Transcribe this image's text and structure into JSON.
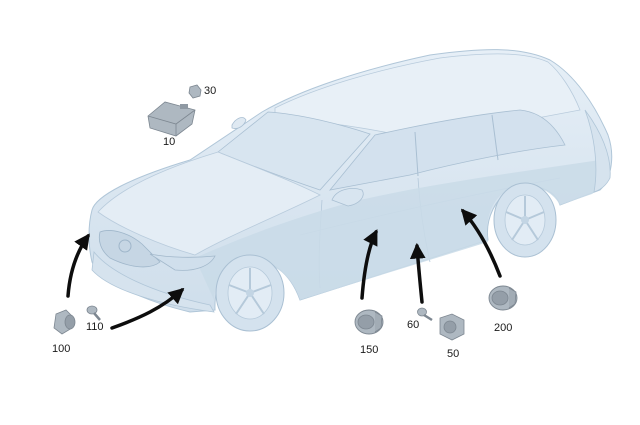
{
  "part_labels": {
    "p10": "10",
    "p30": "30",
    "p50": "50",
    "p60": "60",
    "p100": "100",
    "p110": "110",
    "p150": "150",
    "p200": "200"
  },
  "colors": {
    "car_body": "#dce8f2",
    "car_shadow": "#c3d6e6",
    "car_outline": "#b0c6d8",
    "part_fill": "#aeb8c1",
    "part_dark": "#7d8791",
    "arrow": "#0d0d0d",
    "label": "#1a1a1a"
  }
}
